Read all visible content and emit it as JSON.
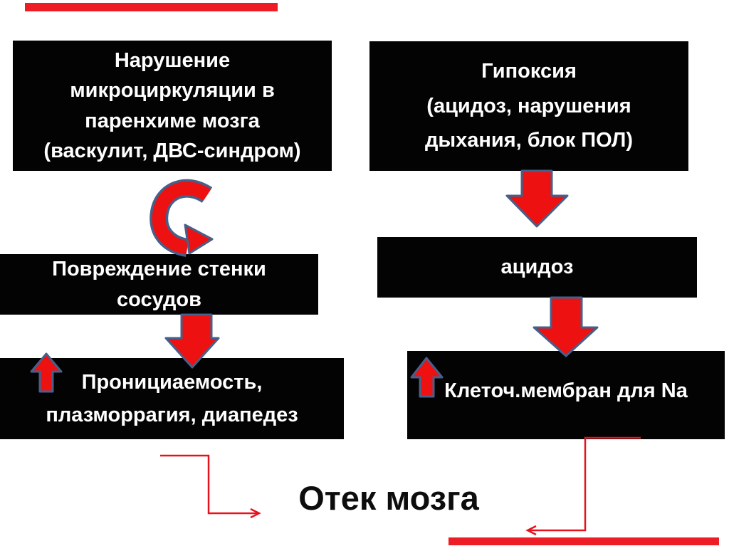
{
  "slide": {
    "title": "Отек мозга",
    "nodes": {
      "left_top": "Нарушение\nмикроциркуляции в\nпаренхиме мозга\n(васкулит, ДВС-синдром)",
      "right_top": "Гипоксия\n(ацидоз, нарушения\nдыхания, блок ПОЛ)",
      "left_mid": "Повреждение стенки\nсосудов",
      "right_mid": "ацидоз",
      "left_bottom": "Пронициаемость,\nплазморрагия, диапедез",
      "right_bottom": "Клеточ.мембран для Na"
    },
    "icons": {
      "curved_arrow": "curved-arrow-down-right",
      "block_arrow_down": "block-arrow-down",
      "block_arrow_up": "block-arrow-up",
      "elbow_arrow": "thin-elbow-arrow"
    }
  },
  "colors": {
    "page_bg": "#ffffff",
    "box_bg": "#030303",
    "box_text": "#ffffff",
    "arrow_fill": "#ee1111",
    "arrow_outline": "#44618c",
    "connector": "#e8121f",
    "bar": "#ee1c25",
    "title_color": "#0d0d0d"
  }
}
